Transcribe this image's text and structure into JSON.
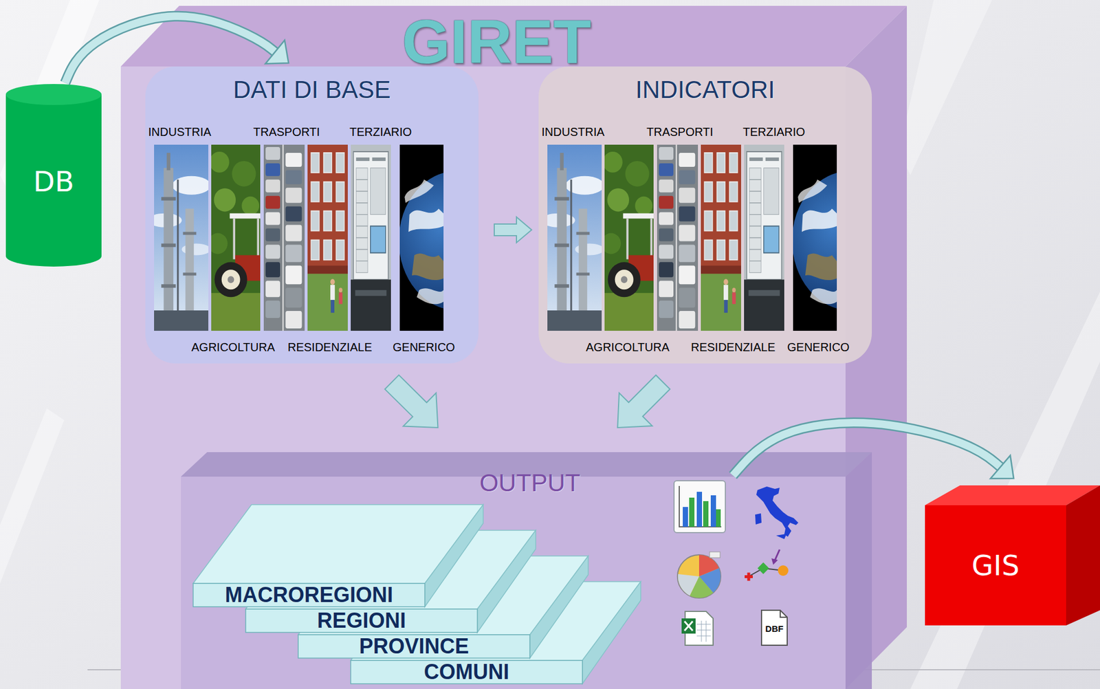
{
  "diagram": {
    "nodes": [
      {
        "text": [
          "DB"
        ]
      },
      {
        "text": [
          "GIRET"
        ]
      },
      {
        "text": [
          "DATI DI BASE"
        ],
        "in": 1
      },
      {
        "text": [
          "INDICATORI"
        ],
        "in": 1
      },
      {
        "text": [
          "OUTPUT"
        ],
        "in": 1
      },
      {
        "text": [
          "MACROREGIONI"
        ],
        "in": 4
      },
      {
        "text": [
          "REGIONI"
        ],
        "in": 4
      },
      {
        "text": [
          "PROVINCE"
        ],
        "in": 4
      },
      {
        "text": [
          "COMUNI"
        ],
        "in": 4
      },
      {
        "text": [
          "GIS"
        ]
      }
    ],
    "edges": [
      {
        "from": 0,
        "to": 2,
        "arrow": "to"
      },
      {
        "from": 2,
        "to": 3,
        "arrow": "to"
      },
      {
        "from": 2,
        "to": 4,
        "arrow": "to"
      },
      {
        "from": 3,
        "to": 4,
        "arrow": "to"
      },
      {
        "from": 4,
        "to": 9,
        "arrow": "to"
      }
    ],
    "labels": [
      "INDUSTRIA",
      "TRASPORTI",
      "TERZIARIO",
      "AGRICOLTURA",
      "RESIDENZIALE",
      "GENERICO",
      "INDUSTRIA",
      "TRASPORTI",
      "TERZIARIO",
      "AGRICOLTURA",
      "RESIDENZIALE",
      "GENERICO",
      "DBF"
    ]
  }
}
